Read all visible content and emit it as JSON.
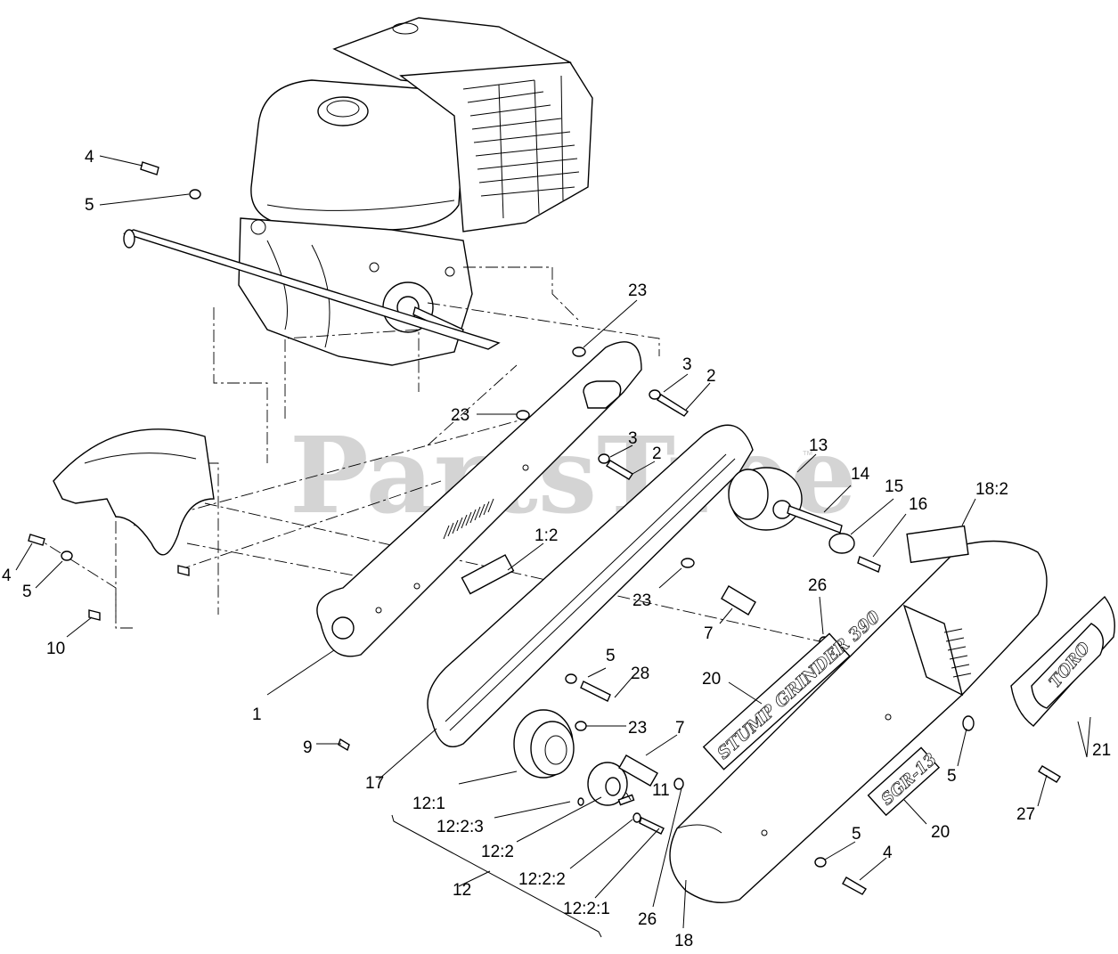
{
  "watermark": "PartsTree",
  "watermark_tm": "™",
  "decals": {
    "stump_grinder": "STUMP GRINDER 390",
    "sgr": "SGR-13",
    "toro": "TORO"
  },
  "callouts": [
    {
      "id": "4a",
      "text": "4"
    },
    {
      "id": "5a",
      "text": "5"
    },
    {
      "id": "23a",
      "text": "23"
    },
    {
      "id": "3a",
      "text": "3"
    },
    {
      "id": "2a",
      "text": "2"
    },
    {
      "id": "23b",
      "text": "23"
    },
    {
      "id": "3b",
      "text": "3"
    },
    {
      "id": "2b",
      "text": "2"
    },
    {
      "id": "13",
      "text": "13"
    },
    {
      "id": "14",
      "text": "14"
    },
    {
      "id": "15",
      "text": "15"
    },
    {
      "id": "16",
      "text": "16"
    },
    {
      "id": "18-2",
      "text": "18:2"
    },
    {
      "id": "1-2",
      "text": "1:2"
    },
    {
      "id": "23c",
      "text": "23"
    },
    {
      "id": "26a",
      "text": "26"
    },
    {
      "id": "7a",
      "text": "7"
    },
    {
      "id": "4b",
      "text": "4"
    },
    {
      "id": "5b",
      "text": "5"
    },
    {
      "id": "10",
      "text": "10"
    },
    {
      "id": "20a",
      "text": "20"
    },
    {
      "id": "5c",
      "text": "5"
    },
    {
      "id": "28",
      "text": "28"
    },
    {
      "id": "1",
      "text": "1"
    },
    {
      "id": "23d",
      "text": "23"
    },
    {
      "id": "7b",
      "text": "7"
    },
    {
      "id": "9",
      "text": "9"
    },
    {
      "id": "17",
      "text": "17"
    },
    {
      "id": "21",
      "text": "21"
    },
    {
      "id": "5d",
      "text": "5"
    },
    {
      "id": "27",
      "text": "27"
    },
    {
      "id": "12-1",
      "text": "12:1"
    },
    {
      "id": "11",
      "text": "11"
    },
    {
      "id": "12-2-3",
      "text": "12:2:3"
    },
    {
      "id": "12-2",
      "text": "12:2"
    },
    {
      "id": "20b",
      "text": "20"
    },
    {
      "id": "5e",
      "text": "5"
    },
    {
      "id": "4c",
      "text": "4"
    },
    {
      "id": "12-2-2",
      "text": "12:2:2"
    },
    {
      "id": "12",
      "text": "12"
    },
    {
      "id": "12-2-1",
      "text": "12:2:1"
    },
    {
      "id": "26b",
      "text": "26"
    },
    {
      "id": "18",
      "text": "18"
    }
  ]
}
